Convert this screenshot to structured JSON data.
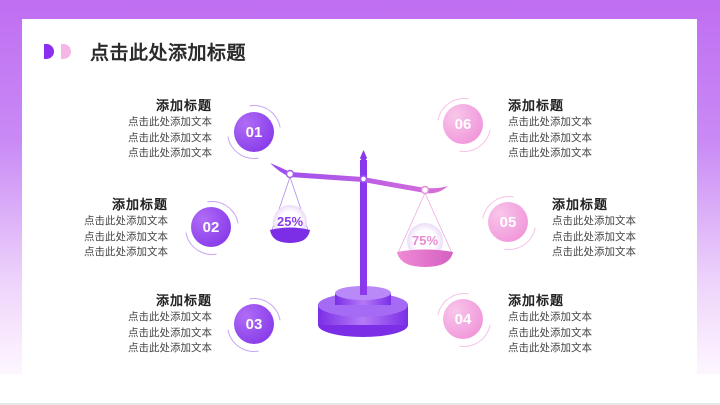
{
  "slide": {
    "title": "点击此处添加标题",
    "colors": {
      "purple": "#7d2fe6",
      "pink": "#ef8ad6",
      "header_bg": "#c06ef2"
    }
  },
  "items": [
    {
      "num": "01",
      "heading": "添加标题",
      "lines": [
        "点击此处添加文本",
        "点击此处添加文本",
        "点击此处添加文本"
      ]
    },
    {
      "num": "02",
      "heading": "添加标题",
      "lines": [
        "点击此处添加文本",
        "点击此处添加文本",
        "点击此处添加文本"
      ]
    },
    {
      "num": "03",
      "heading": "添加标题",
      "lines": [
        "点击此处添加文本",
        "点击此处添加文本",
        "点击此处添加文本"
      ]
    },
    {
      "num": "04",
      "heading": "添加标题",
      "lines": [
        "点击此处添加文本",
        "点击此处添加文本",
        "点击此处添加文本"
      ]
    },
    {
      "num": "05",
      "heading": "添加标题",
      "lines": [
        "点击此处添加文本",
        "点击此处添加文本",
        "点击此处添加文本"
      ]
    },
    {
      "num": "06",
      "heading": "添加标题",
      "lines": [
        "点击此处添加文本",
        "点击此处添加文本",
        "点击此处添加文本"
      ]
    }
  ],
  "scale": {
    "left_pan_label": "25%",
    "right_pan_label": "75%"
  }
}
